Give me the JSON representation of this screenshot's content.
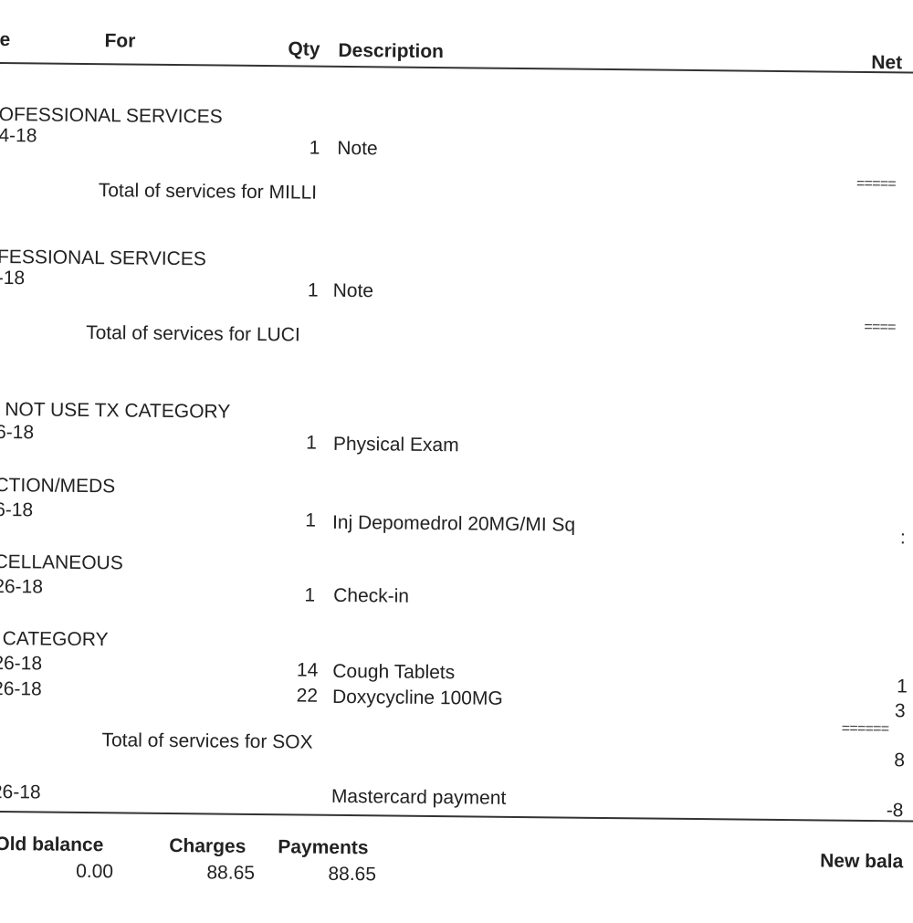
{
  "header": {
    "col_date": "e",
    "col_for": "For",
    "col_qty": "Qty",
    "col_description": "Description",
    "col_net": "Net"
  },
  "sections": {
    "milli": {
      "category": "OFESSIONAL SERVICES",
      "date": "4-18",
      "qty": "1",
      "description": "Note",
      "separator": "=====",
      "total_label": "Total of services for MILLI"
    },
    "luci": {
      "category": "FESSIONAL SERVICES",
      "date": "-18",
      "qty": "1",
      "description": "Note",
      "separator": "====",
      "total_label": "Total of services for LUCI"
    },
    "sox": {
      "groups": [
        {
          "category": "NOT USE TX CATEGORY",
          "date": "6-18",
          "qty": "1",
          "description": "Physical Exam"
        },
        {
          "category": "CTION/MEDS",
          "date": "6-18",
          "qty": "1",
          "description": "Inj Depomedrol 20MG/MI Sq",
          "net_fragment": ":"
        },
        {
          "category": "CELLANEOUS",
          "date": "26-18",
          "qty": "1",
          "description": "Check-in"
        },
        {
          "category": "CATEGORY"
        }
      ],
      "lines": [
        {
          "date": "26-18",
          "qty": "14",
          "description": "Cough Tablets",
          "net_fragment": "1"
        },
        {
          "date": "26-18",
          "qty": "22",
          "description": "Doxycycline 100MG",
          "net_fragment": "3"
        }
      ],
      "separator": "======",
      "total_label": "Total of services for SOX",
      "total_fragment": "8"
    }
  },
  "payment": {
    "date": "26-18",
    "description": "Mastercard payment",
    "net_fragment": "-8"
  },
  "summary": {
    "old_balance_label": "Old balance",
    "old_balance_value": "0.00",
    "charges_label": "Charges",
    "charges_value": "88.65",
    "payments_label": "Payments",
    "payments_value": "88.65",
    "new_balance_label": "New bala"
  }
}
